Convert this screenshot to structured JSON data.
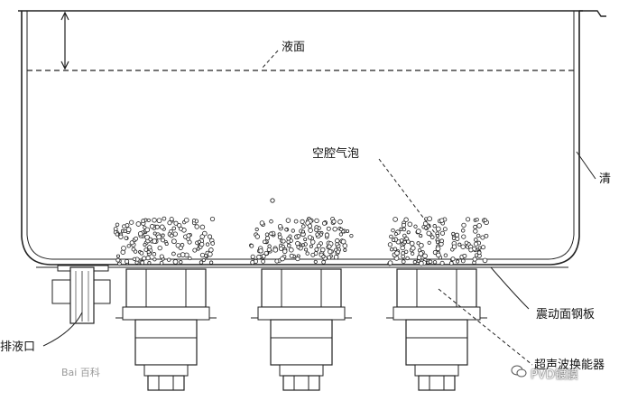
{
  "labels": {
    "liquid_surface": "液面",
    "cavitation_bubble": "空腔气泡",
    "tank_edge": "清",
    "vibration_steel_plate": "震动面钢板",
    "drain_port": "排液口",
    "ultrasonic_transducer": "超声波换能器"
  },
  "watermarks": {
    "baidu": "Bai 百科",
    "account": "PVD镀膜"
  },
  "icons": {
    "wechat": "wechat-icon",
    "baidu": "baidu-paw-icon"
  }
}
